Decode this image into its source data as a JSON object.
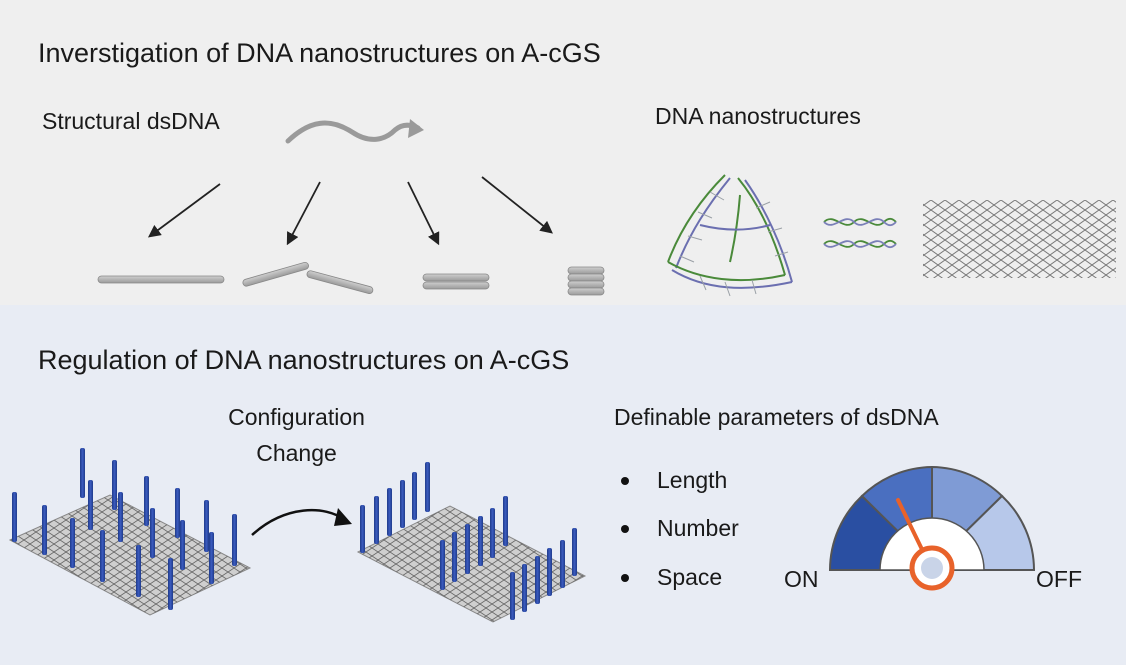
{
  "top_section": {
    "title": "Inverstigation of DNA nanostructures on A-cGS",
    "left_label": "Structural dsDNA",
    "right_label": "DNA nanostructures"
  },
  "bottom_section": {
    "title": "Regulation of DNA nanostructures on A-cGS",
    "config_line1": "Configuration",
    "config_line2": "Change",
    "params_title": "Definable  parameters of dsDNA",
    "params": [
      "Length",
      "Number",
      "Space"
    ],
    "gauge": {
      "on_label": "ON",
      "off_label": "OFF"
    }
  },
  "colors": {
    "top_bg": "#efefef",
    "bottom_bg": "#e8ecf4",
    "dna_rod": "#b3b3b3",
    "pillar_blue": "#2f4fa8",
    "gauge_dark": "#2a4fa2",
    "gauge_light": "#b7c8ea",
    "needle": "#e8622a"
  }
}
